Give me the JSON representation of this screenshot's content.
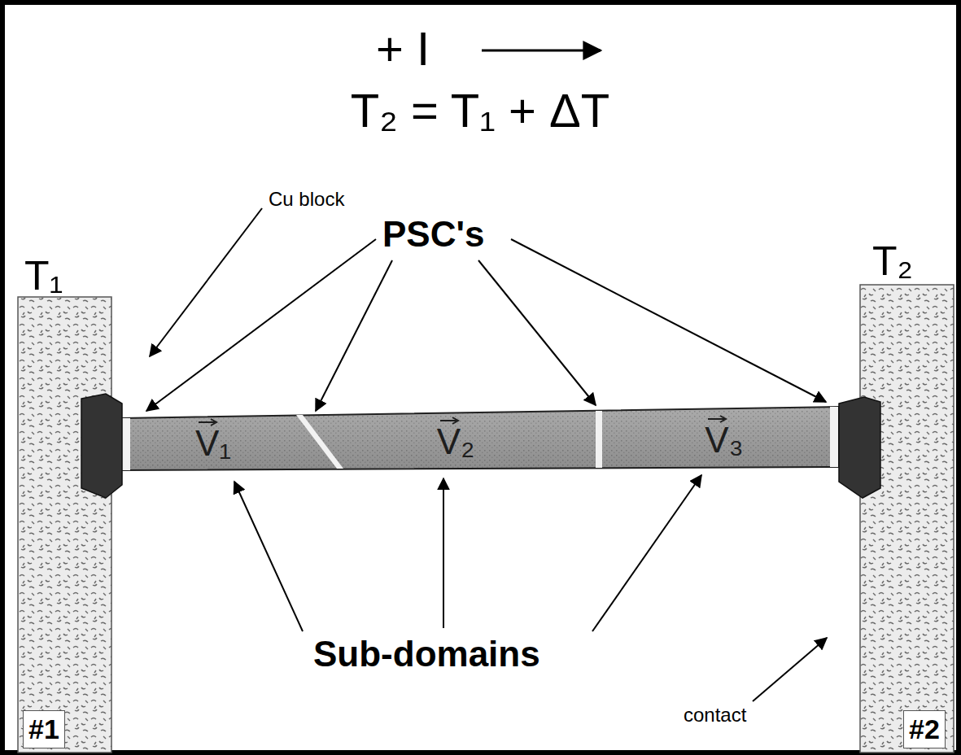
{
  "diagram": {
    "nodes": [
      {
        "text": [
          "#1"
        ]
      },
      {
        "text": [
          "V₁"
        ]
      },
      {
        "text": [
          "V₂"
        ]
      },
      {
        "text": [
          "V₃"
        ]
      },
      {
        "text": [
          "#2"
        ]
      }
    ],
    "labels": [
      "+ I",
      "T₂ = T₁ + ΔT",
      "T₁",
      "Cu block",
      "PSC's",
      "T₂",
      "Sub-domains",
      "contact"
    ]
  }
}
